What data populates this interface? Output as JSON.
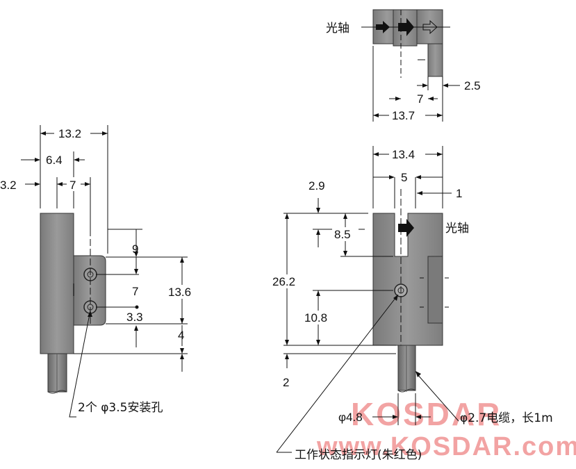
{
  "labels": {
    "optical_axis_top": "光轴",
    "optical_axis_right": "光轴",
    "mount_holes": "2个 φ3.5安装孔",
    "cable": "φ2.7电缆，长1m",
    "indicator": "工作状态指示灯(朱红色)",
    "phi_4_8": "φ4.8"
  },
  "dimensions": {
    "top_2_5": "2.5",
    "top_7": "7",
    "top_13_7": "13.7",
    "left_13_2": "13.2",
    "left_6_4": "6.4",
    "left_3_2": "3.2",
    "left_7": "7",
    "left_9": "9",
    "left_7b": "7",
    "left_13_6": "13.6",
    "left_3_3": "3.3",
    "left_4": "4",
    "right_13_4": "13.4",
    "right_5": "5",
    "right_1": "1",
    "right_2_9": "2.9",
    "right_8_5": "8.5",
    "right_26_2": "26.2",
    "right_10_8": "10.8",
    "right_2": "2"
  },
  "watermark": {
    "line1": "KOSDAR",
    "line2": "www.KOSDAR.com",
    "color": "#f2a3a3"
  },
  "colors": {
    "body_fill": "#8c8c8c",
    "body_dark": "#555555",
    "line": "#111111"
  }
}
